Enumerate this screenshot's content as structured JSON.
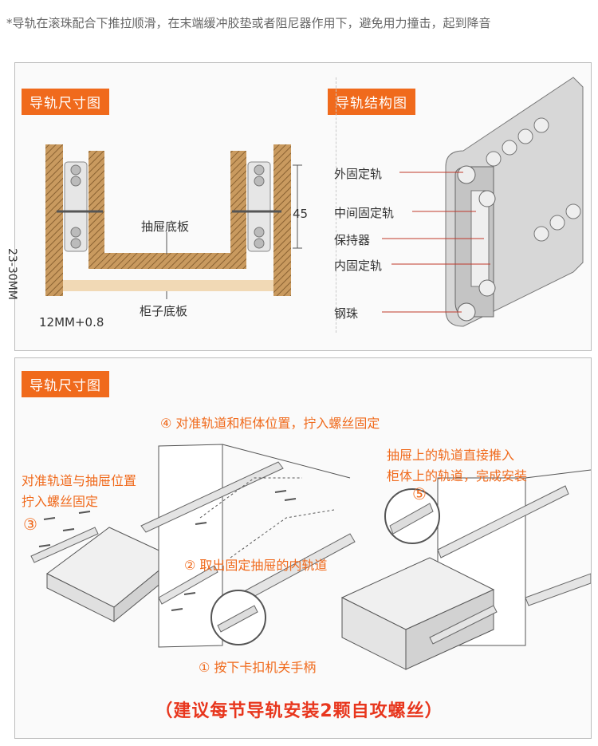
{
  "top_note": "*导轨在滚珠配合下推拉顺滑，在末端缓冲胶垫或者阻尼器作用下，避免用力撞击，起到降音",
  "panel1": {
    "tag_left": "导轨尺寸图",
    "tag_right": "导轨结构图",
    "label_drawer_board": "抽屉底板",
    "label_cabinet_board": "柜子底板",
    "dim_vertical": "23-30MM",
    "dim_width": "12MM+0.8",
    "dim_height": "45",
    "struct_labels": [
      "外固定轨",
      "中间固定轨",
      "保持器",
      "内固定轨",
      "钢珠"
    ]
  },
  "panel2": {
    "tag": "导轨尺寸图",
    "step4": "④ 对准轨道和柜体位置，拧入螺丝固定",
    "step3_line1": "对准轨道与抽屉位置",
    "step3_line2": "拧入螺丝固定",
    "step3_num": "③",
    "step2": "② 取出固定抽屉的内轨道",
    "step1": "① 按下卡扣机关手柄",
    "step5_line1": "抽屉上的轨道直接推入",
    "step5_line2": "柜体上的轨道，完成安装",
    "step5_num": "⑤"
  },
  "bottom_note": "（建议每节导轨安装2颗自攻螺丝）",
  "colors": {
    "accent": "#f06a1c",
    "red_note": "#e8361d",
    "wood": "#c99a5f",
    "cabinet_board": "#f1d9b5"
  }
}
